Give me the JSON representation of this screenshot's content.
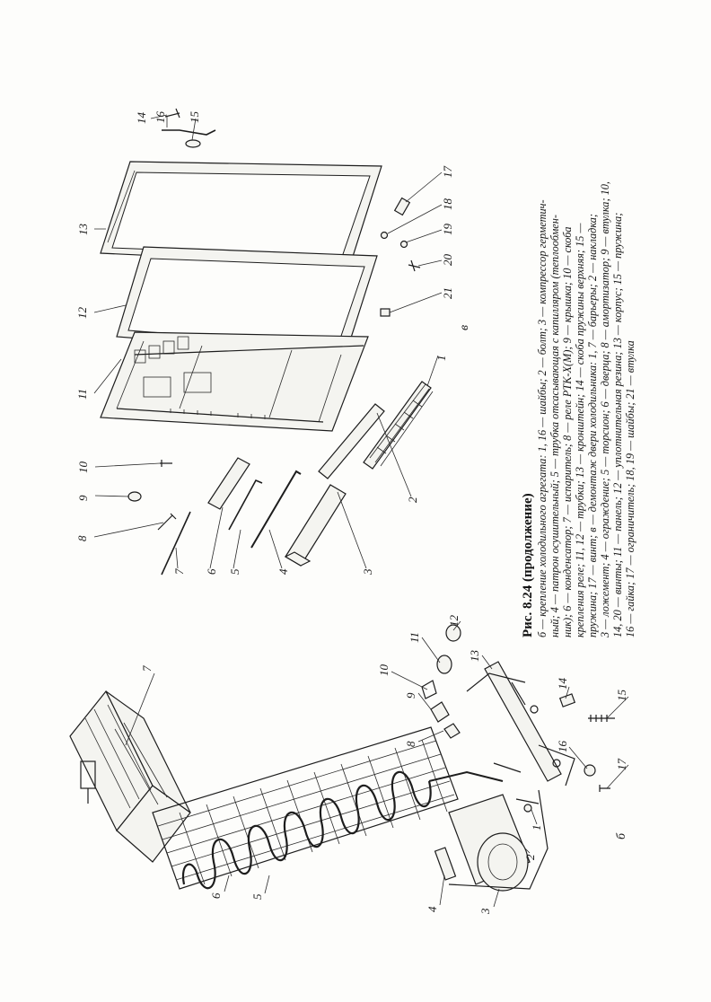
{
  "caption": {
    "title": "Рис. 8.24 (продолжение)",
    "lines": [
      "б — крепление холодильного агрегата: 1, 16 — шайбы; 2 — болт; 3 — компрессор герметич-",
      "ный; 4 — патрон осушительный; 5 — трубка отсасывающая с капилляром (теплообмен-",
      "ник); 6 — конденсатор; 7 — испаритель; 8 — реле РТК-Х(М); 9 — крышка; 10 — скоба",
      "крепления реле; 11, 12 — трубки; 13 — кронштейн; 14 — скоба пружины верхняя; 15 —",
      "пружина; 17 — винт; в — демонтаж двери холодильника: 1, 7 — барьеры; 2 — накладка;",
      "3 — ложемент; 4 — ограждение; 5 — торсион; 6 — дверца; 8 — амортизатор; 9 — втулка; 10,",
      "14, 20 — винты; 11 — панель; 12 — уплотнительная резина; 13 — корпус; 15 — пружина;",
      "16 — гайка; 17 — ограничитель; 18, 19 — шайбы; 21 — втулка"
    ]
  },
  "figure_b": {
    "section_label": "б",
    "labels": [
      "1",
      "2",
      "3",
      "4",
      "5",
      "6",
      "7",
      "8",
      "9",
      "10",
      "11",
      "12",
      "13",
      "14",
      "15",
      "16",
      "17"
    ]
  },
  "figure_v": {
    "section_label": "в",
    "labels": [
      "1",
      "2",
      "3",
      "4",
      "5",
      "6",
      "7",
      "8",
      "9",
      "10",
      "11",
      "12",
      "13",
      "14",
      "15",
      "16",
      "17",
      "18",
      "19",
      "20",
      "21"
    ]
  }
}
